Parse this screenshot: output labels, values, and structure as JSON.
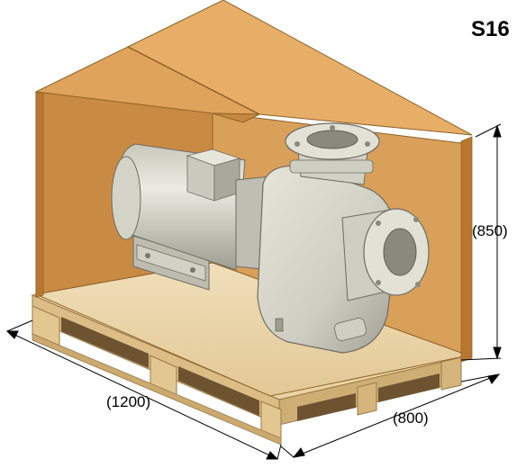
{
  "title": "S16",
  "dimensions": {
    "height": "(850)",
    "length": "(1200)",
    "width": "(800)"
  },
  "colors": {
    "cardboard_light": "#e9b371",
    "cardboard_mid": "#d79a55",
    "cardboard_dark": "#b97a37",
    "pallet_top": "#e8cc97",
    "pallet_side": "#d2b27a",
    "pump_body": "#d9d8cc",
    "pump_shadow": "#a9a89c"
  }
}
